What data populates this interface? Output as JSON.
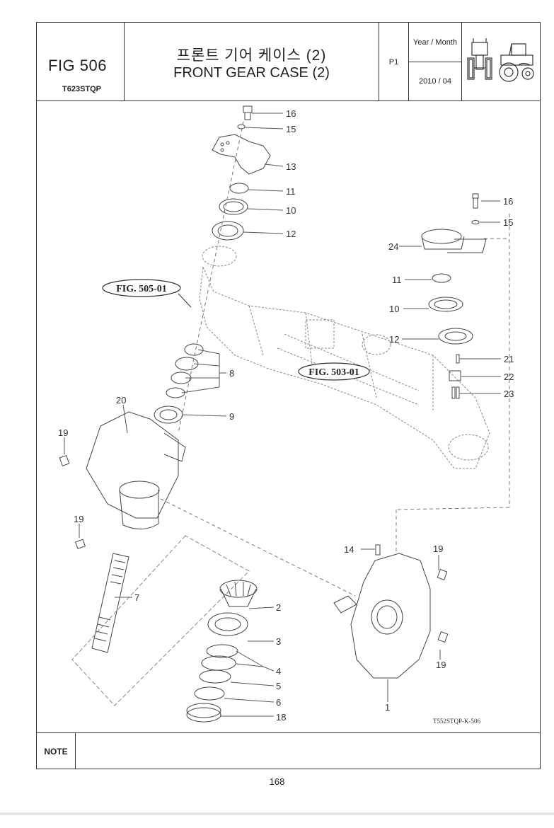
{
  "header": {
    "fig_number": "FIG 506",
    "model": "T623STQP",
    "title_korean": "프론트 기어 케이스 (2)",
    "title_english": "FRONT GEAR CASE (2)",
    "page_label": "P1",
    "date_label": "Year / Month",
    "date_value": "2010 / 04",
    "tractor_icon": "tractor-front-side-icon"
  },
  "diagram": {
    "ref_fig_505": "FIG. 505-01",
    "ref_fig_503": "FIG. 503-01",
    "drawing_code": "T552STQP-K-506",
    "callouts": [
      "16",
      "15",
      "13",
      "11",
      "10",
      "12",
      "8",
      "9",
      "20",
      "19",
      "19",
      "16",
      "15",
      "24",
      "11",
      "10",
      "12",
      "21",
      "22",
      "23",
      "7",
      "2",
      "3",
      "4",
      "5",
      "6",
      "18",
      "14",
      "19",
      "19",
      "1"
    ]
  },
  "footer": {
    "note_label": "NOTE",
    "page_number": "168"
  }
}
